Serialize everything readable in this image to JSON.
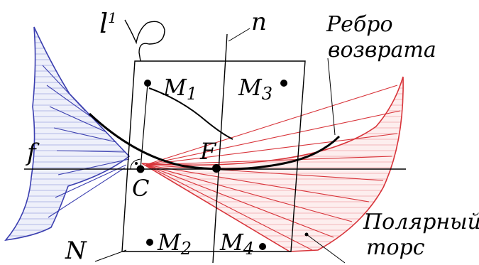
{
  "labels": {
    "l1_base": "l",
    "l1_sup": "1",
    "n": "n",
    "rib_line1": "Ребро",
    "rib_line2": "возврата",
    "M1_base": "M",
    "M1_sub": "1",
    "M3_base": "M",
    "M3_sub": "3",
    "f": "f",
    "F": "F",
    "C": "C",
    "N": "N",
    "M2_base": "M",
    "M2_sub": "2",
    "M4_base": "M",
    "M4_sub": "4",
    "polar_line1": "Полярный",
    "polar_line2": "торс"
  },
  "colors": {
    "blue_surface": "#3b3fb0",
    "blue_fill": "#e9ebf8",
    "red_surface": "#d8343a",
    "red_fill": "#fbe7e7",
    "ink": "#000000"
  }
}
